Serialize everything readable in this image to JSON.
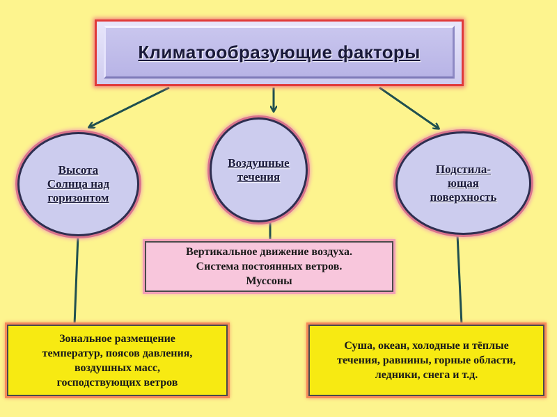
{
  "title": "Климатообразующие факторы",
  "factors": {
    "left": "Высота\nСолнца над\nгоризонтом",
    "center": "Воздушные\nтечения",
    "right": "Подстила-\nющая\nповерхность"
  },
  "details": {
    "center": "Вертикальное движение воздуха.\nСистема постоянных ветров.\nМуссоны",
    "left": "Зональное размещение\nтемператур, поясов давления,\nвоздушных масс,\nгосподствующих ветров",
    "right": "Суша, океан, холодные и тёплые\nтечения, равнины, горные области,\nледники, снега и т.д."
  },
  "colors": {
    "background": "#fdf48e",
    "connector": "#1f4f4f",
    "title_border": "#e03a3a",
    "oval_fill": "#ccccee",
    "detail_center_fill": "#f8c6dc",
    "detail_side_fill": "#f7ea12"
  }
}
